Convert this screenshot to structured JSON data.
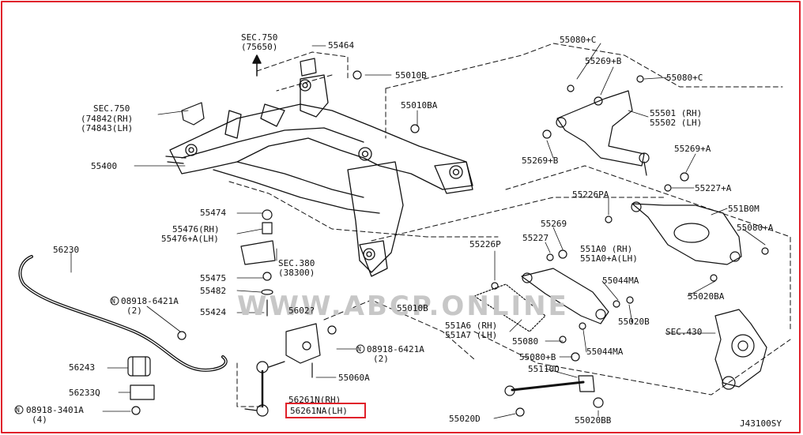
{
  "colors": {
    "frame": "#e0202a",
    "ink": "#111111",
    "watermark": "#c7c7c7",
    "highlight": "#e0202a"
  },
  "drawing_id": "J43100SY",
  "watermark": "WWW.ABCP.ONLINE",
  "highlighted_label": "56261NA(LH)",
  "labels": {
    "sec750_top": "SEC.750",
    "sec750_top_ref": "(75650)",
    "p55464": "55464",
    "p55010b_1": "55010B",
    "p55010ba": "55010BA",
    "sec750_left": "SEC.750",
    "sec750_left_rh": "(74842(RH)",
    "sec750_left_lh": "(74843(LH)",
    "p55400": "55400",
    "p55474": "55474",
    "p55476_rh": "55476(RH)",
    "p55476_lh": "55476+A(LH)",
    "sec380": "SEC.380",
    "sec380_ref": "(38300)",
    "p56230": "56230",
    "p55475": "55475",
    "p55482": "55482",
    "n08918_6421a_1": "08918-6421A",
    "n08918_6421a_1_qty": "(2)",
    "p55424": "55424",
    "p5602": "5602?",
    "p55010b_2": "55010B",
    "n08918_6421a_2": "08918-6421A",
    "n08918_6421a_2_qty": "(2)",
    "p56243": "56243",
    "p55060a": "55060A",
    "p56233q": "56233Q",
    "p56261n_rh": "56261N(RH)",
    "p56261na_lh": "56261NA(LH)",
    "n08918_3401a": "08918-3401A",
    "n08918_3401a_qty": "(4)",
    "p55080c_1": "55080+C",
    "p55269b_1": "55269+B",
    "p55080c_2": "55080+C",
    "p55501_rh": "55501 (RH)",
    "p55502_lh": "55502 (LH)",
    "p55269b_2": "55269+B",
    "p55269a": "55269+A",
    "p55227a": "55227+A",
    "p55226pa": "55226PA",
    "p551b0m": "551B0M",
    "p55269": "55269",
    "p55080a": "55080+A",
    "p55227": "55227",
    "p55226p": "55226P",
    "p551a0_rh": "551A0 (RH)",
    "p551a0a_lh": "551A0+A(LH)",
    "p55044ma_1": "55044MA",
    "p55020ba": "55020BA",
    "p55020b": "55020B",
    "p551a6_rh": "551A6 (RH)",
    "p551a7_lh": "551A7 (LH)",
    "sec430": "SEC.430",
    "p55080": "55080",
    "p55044ma_2": "55044MA",
    "p55080b": "55080+B",
    "p55110q": "55110Q",
    "p55020d": "55020D",
    "p55020bb": "55020BB"
  }
}
